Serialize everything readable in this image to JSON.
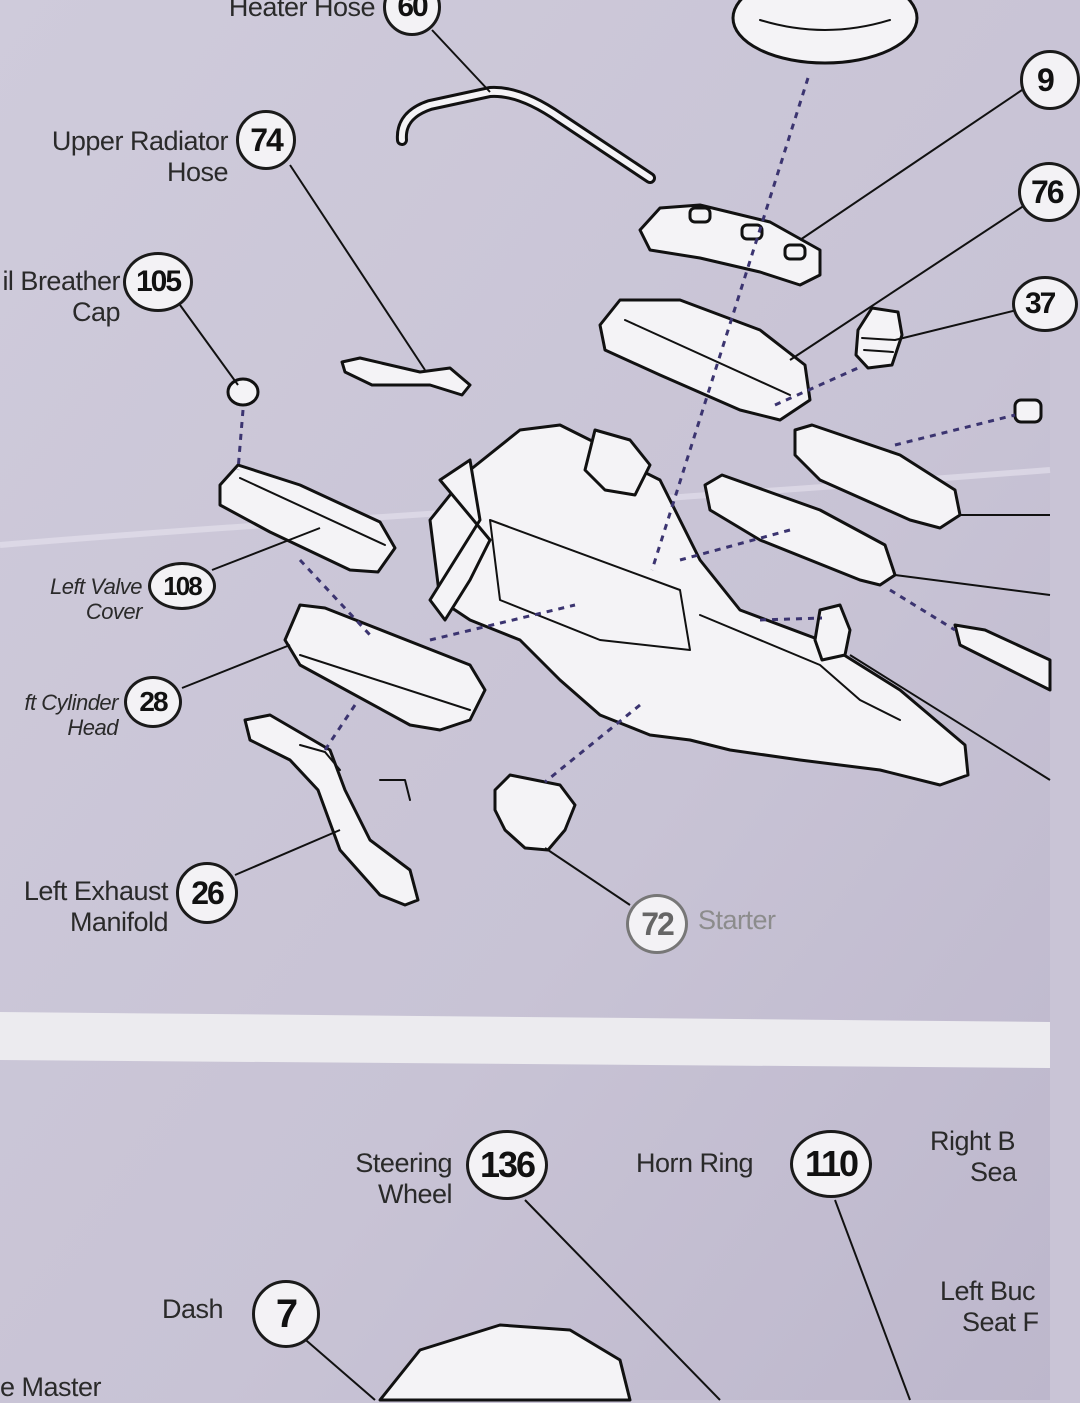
{
  "callouts": {
    "heater_hose": {
      "label": "Heater Hose",
      "number": "60"
    },
    "upper_radiator_hose": {
      "label_line1": "Upper Radiator",
      "label_line2": "Hose",
      "number": "74"
    },
    "oil_breather_cap": {
      "label_line1": "il Breather",
      "label_line2": "Cap",
      "number": "105"
    },
    "left_valve_cover": {
      "label_line1": "Left Valve",
      "label_line2": "Cover",
      "number": "108"
    },
    "left_cylinder_head": {
      "label_line1": "ft Cylinder",
      "label_line2": "Head",
      "number": "28"
    },
    "left_exhaust_manifold": {
      "label_line1": "Left Exhaust",
      "label_line2": "Manifold",
      "number": "26"
    },
    "starter": {
      "label": "Starter",
      "number": "72"
    },
    "right_top_1": {
      "number": "9"
    },
    "right_top_2": {
      "number": "76"
    },
    "right_top_3": {
      "number": "37"
    },
    "steering_wheel": {
      "label_line1": "Steering",
      "label_line2": "Wheel",
      "number": "136"
    },
    "horn_ring": {
      "label": "Horn Ring",
      "number": "110"
    },
    "dash": {
      "label": "Dash",
      "number": "7"
    },
    "right_bucket_seat": {
      "label_line1": "Right B",
      "label_line2": "Sea"
    },
    "left_bucket_seat": {
      "label_line1": "Left Buc",
      "label_line2": "Seat F"
    },
    "master": {
      "label": "e Master"
    }
  },
  "colors": {
    "paper": "#c9c4d6",
    "divider": "#ecebef",
    "ink": "#1a1a1a",
    "dashed_leader": "#3b3470"
  }
}
